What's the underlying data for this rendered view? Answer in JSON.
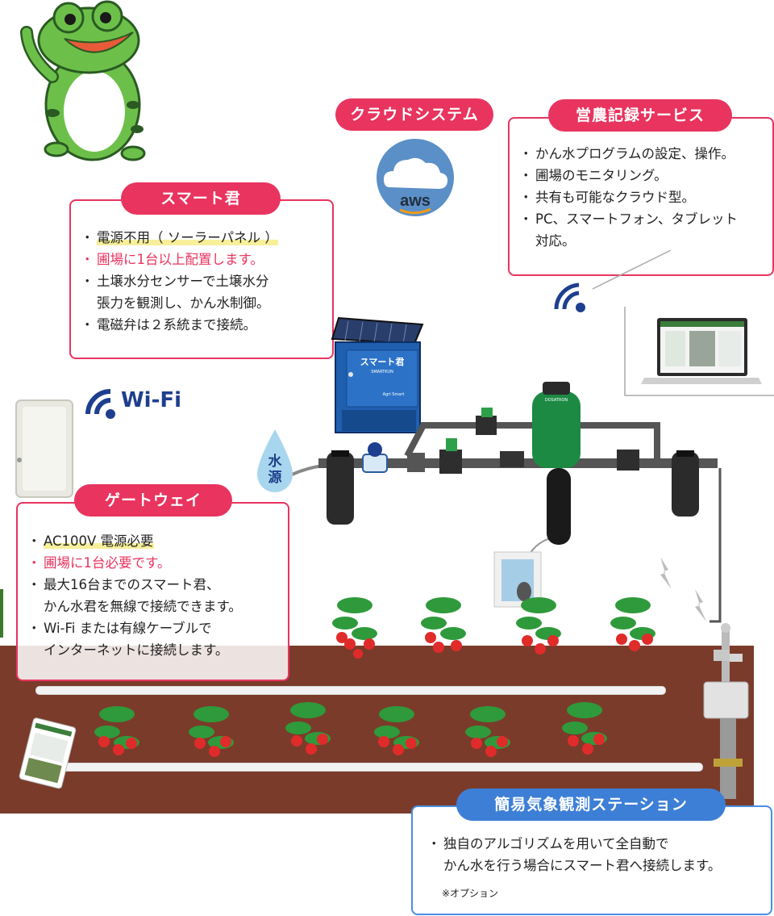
{
  "smart": {
    "title": "スマート君",
    "items": [
      "電源不用（ ソーラーパネル ）",
      "圃場に1台以上配置します。",
      "土壌水分センサーで土壌水分",
      "張力を観測し、かん水制御。",
      "電磁弁は２系統まで接続。"
    ]
  },
  "cloud": {
    "title": "クラウドシステム",
    "logo_text": "aws"
  },
  "record": {
    "title": "営農記録サービス",
    "items": [
      "かん水プログラムの設定、操作。",
      "圃場のモニタリング。",
      "共有も可能なクラウド型。",
      "PC、スマートフォン、タブレット",
      "対応。"
    ]
  },
  "wifi": {
    "label": "Wi-Fi"
  },
  "water": {
    "line1": "水",
    "line2": "源"
  },
  "gateway": {
    "title": "ゲートウェイ",
    "items": [
      "AC100V  電源必要",
      "圃場に1台必要です。",
      "最大16台までのスマート君、",
      "かん水君を無線で接続できます。",
      "Wi-Fi  または有線ケーブルで",
      "インターネットに接続します。"
    ]
  },
  "weather": {
    "title": "簡易気象観測ステーション",
    "items": [
      "独自のアルゴリズムを用いて全自動で",
      "かん水を行う場合にスマート君へ接続します。"
    ],
    "note": "※オプション"
  },
  "device": {
    "brand": "スマート君",
    "brand_sub": "SMARTKUN",
    "maker": "Agri Smart"
  },
  "dosatron": {
    "label": "DOSATRON"
  },
  "colors": {
    "accent_red": "#e8345f",
    "accent_blue": "#3d7fd6",
    "soil": "#7a3b2a",
    "wifi": "#1e3f8e"
  }
}
